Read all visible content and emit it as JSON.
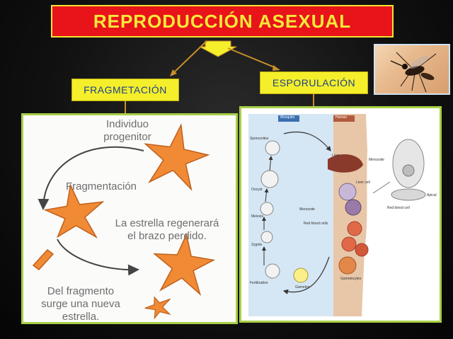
{
  "title": "REPRODUCCIÓN ASEXUAL",
  "branches": {
    "left": "FRAGMETACIÓN",
    "right": "ESPORULACIÓN"
  },
  "fragmentation": {
    "step1": [
      "Individuo",
      "progenitor"
    ],
    "step2": "Fragmentación",
    "step3": [
      "La estrella regenerará",
      "el brazo perdido."
    ],
    "step4": [
      "Del fragmento",
      "surge una nueva",
      "estrella."
    ]
  },
  "sporulation": {
    "hosts": [
      "Mosquito",
      "Human"
    ],
    "stages": [
      "Sporozoites",
      "Oocyst",
      "Meiosis",
      "Zygote",
      "Fertilization",
      "Gametes",
      "Liver",
      "Liver cell",
      "Merozoite",
      "Red blood cells",
      "Gametocytes"
    ],
    "inset_labels": [
      "Merozoite",
      "Apical",
      "Red blood cell"
    ]
  },
  "colors": {
    "title_bg": "#e8141a",
    "title_text": "#f6e93a",
    "label_bg": "#f4ef2a",
    "label_text": "#1d3f8a",
    "panel_border": "#a8cf45",
    "arrow": "#c98f2a",
    "starfish": "#f08a35"
  }
}
